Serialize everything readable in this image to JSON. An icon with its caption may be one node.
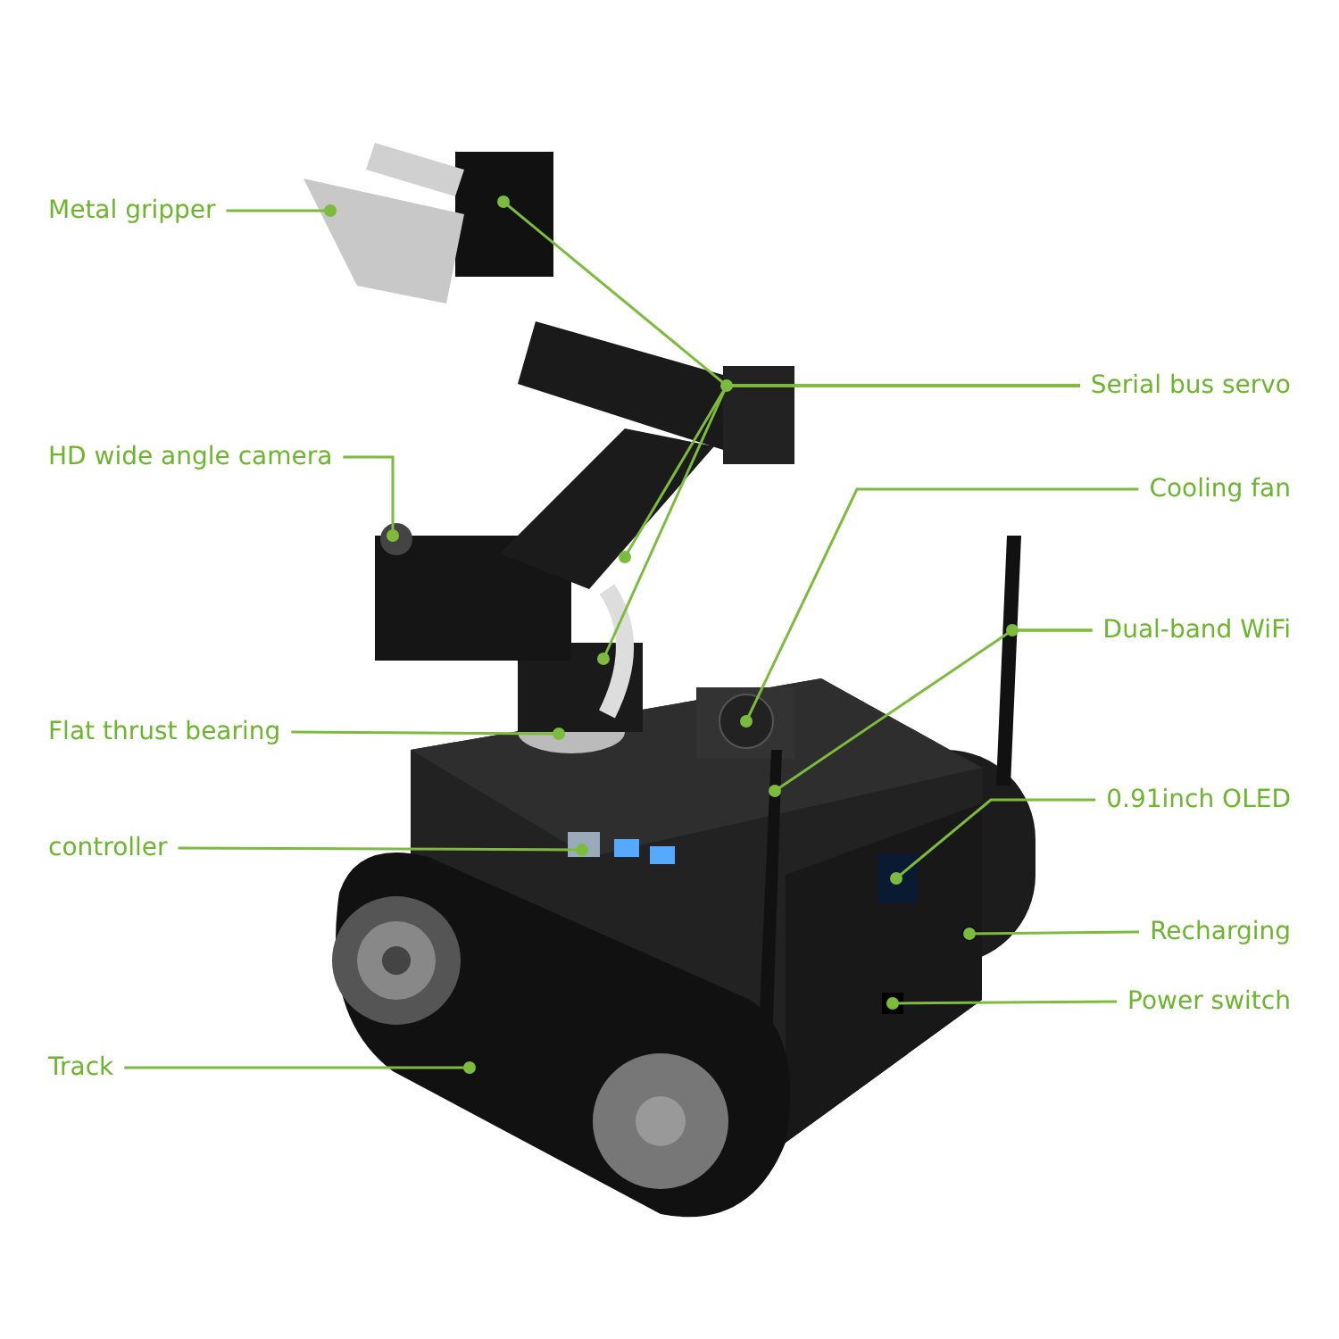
{
  "diagram": {
    "nodes": [
      {
        "text": [
          "Metal gripper"
        ]
      },
      {
        "text": [
          "Serial bus servo"
        ]
      },
      {
        "text": [
          "HD wide angle camera"
        ]
      },
      {
        "text": [
          "Cooling fan"
        ]
      },
      {
        "text": [
          "Dual-band WiFi"
        ]
      },
      {
        "text": [
          "Flat thrust bearing"
        ]
      },
      {
        "text": [
          "0.91inch OLED"
        ]
      },
      {
        "text": [
          "controller"
        ]
      },
      {
        "text": [
          "Recharging"
        ]
      },
      {
        "text": [
          "Power switch"
        ]
      },
      {
        "text": [
          "Track"
        ]
      }
    ],
    "edges": [
      {
        "from": 0,
        "to": null,
        "arrow": "other"
      },
      {
        "from": 1,
        "to": null,
        "arrow": "other"
      },
      {
        "from": 1,
        "to": null,
        "arrow": "other"
      },
      {
        "from": 1,
        "to": null,
        "arrow": "other"
      },
      {
        "from": 1,
        "to": null,
        "arrow": "other"
      },
      {
        "from": 2,
        "to": null,
        "arrow": "other"
      },
      {
        "from": 3,
        "to": null,
        "arrow": "other"
      },
      {
        "from": 4,
        "to": null,
        "arrow": "other"
      },
      {
        "from": 4,
        "to": null,
        "arrow": "other"
      },
      {
        "from": 5,
        "to": null,
        "arrow": "other"
      },
      {
        "from": 6,
        "to": null,
        "arrow": "other"
      },
      {
        "from": 7,
        "to": null,
        "arrow": "other"
      },
      {
        "from": 8,
        "to": null,
        "arrow": "other"
      },
      {
        "from": 9,
        "to": null,
        "arrow": "other"
      },
      {
        "from": 10,
        "to": null,
        "arrow": "other"
      }
    ]
  }
}
